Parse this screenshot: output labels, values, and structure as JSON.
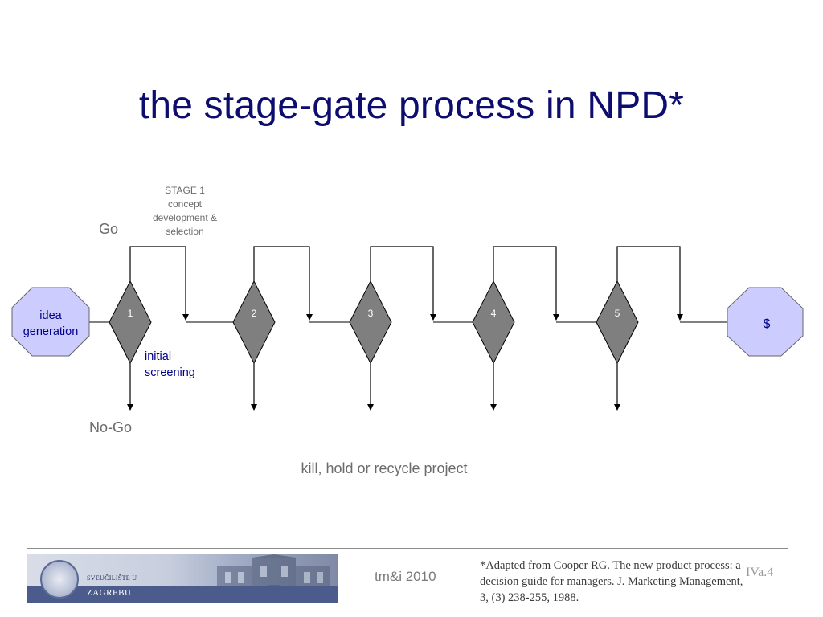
{
  "slide": {
    "title": "the stage-gate process in NPD*"
  },
  "diagram": {
    "stage1_label": [
      "STAGE 1",
      "concept",
      "development &",
      "selection"
    ],
    "go_label": "Go",
    "nogo_label": "No-Go",
    "start_node": [
      "idea",
      "generation"
    ],
    "end_node": "$",
    "gates": [
      "1",
      "2",
      "3",
      "4",
      "5"
    ],
    "gate1_note": [
      "initial",
      "screening"
    ],
    "outcome_label": "kill, hold or recycle project"
  },
  "colors": {
    "title": "#0d0d70",
    "node_fill": "#ccccff",
    "gate_fill": "#7f7f7f",
    "blue_text": "#00008b",
    "gray_text": "#6b6b6b"
  },
  "footer": {
    "university_line1": "SVEUČILIŠTE U",
    "university_line2": "ZAGREBU",
    "center_text": "tm&i 2010",
    "citation": "*Adapted from Cooper RG.  The new product process: a decision guide for managers.  J. Marketing Management, 3, (3) 238-255, 1988.",
    "slide_number": "IVa.4"
  }
}
